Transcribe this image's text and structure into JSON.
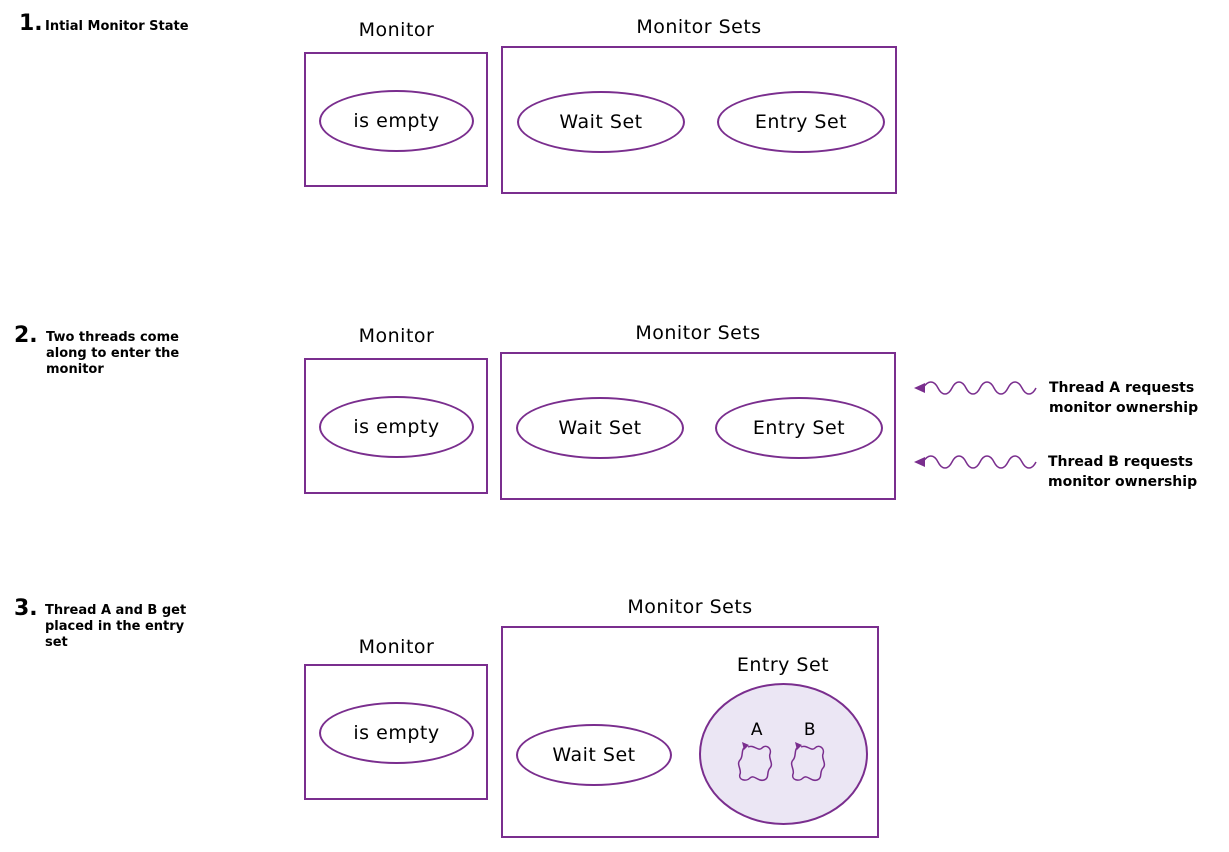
{
  "colors": {
    "outline": "#7a2e8e",
    "entry_fill": "#ebe6f4"
  },
  "steps": [
    {
      "number": "1.",
      "description": "Intial Monitor State",
      "monitor_title": "Monitor",
      "monitor_value": "is empty",
      "sets_title": "Monitor Sets",
      "wait_set": "Wait Set",
      "entry_set": "Entry Set"
    },
    {
      "number": "2.",
      "description": "Two threads come\nalong to enter the\nmonitor",
      "monitor_title": "Monitor",
      "monitor_value": "is empty",
      "sets_title": "Monitor Sets",
      "wait_set": "Wait Set",
      "entry_set": "Entry Set",
      "requests": [
        {
          "text": "Thread A requests\nmonitor ownership",
          "icon": "wavy-arrow-icon"
        },
        {
          "text": "Thread B requests\nmonitor ownership",
          "icon": "wavy-arrow-icon"
        }
      ]
    },
    {
      "number": "3.",
      "description": "Thread A and B get\nplaced in the entry\nset",
      "monitor_title": "Monitor",
      "monitor_value": "is empty",
      "sets_title": "Monitor Sets",
      "wait_set": "Wait Set",
      "entry_set": "Entry Set",
      "threads": [
        {
          "label": "A",
          "icon": "squiggle-loop-icon"
        },
        {
          "label": "B",
          "icon": "squiggle-loop-icon"
        }
      ]
    }
  ]
}
